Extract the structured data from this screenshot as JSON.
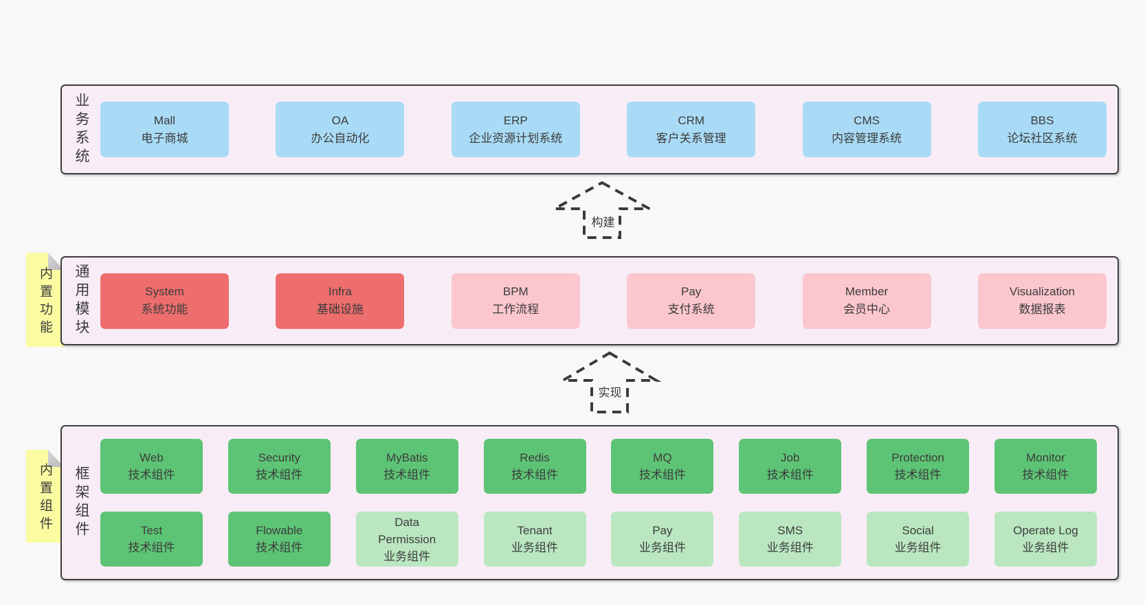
{
  "diagram": {
    "arrows": [
      {
        "label": "构建"
      },
      {
        "label": "实现"
      }
    ],
    "bands": [
      {
        "label": "业务系统",
        "items": [
          {
            "name": "Mall",
            "desc": "电子商城"
          },
          {
            "name": "OA",
            "desc": "办公自动化"
          },
          {
            "name": "ERP",
            "desc": "企业资源计划系统"
          },
          {
            "name": "CRM",
            "desc": "客户关系管理"
          },
          {
            "name": "CMS",
            "desc": "内容管理系统"
          },
          {
            "name": "BBS",
            "desc": "论坛社区系统"
          }
        ]
      },
      {
        "label": "通用模块",
        "note": "内置功能",
        "items": [
          {
            "name": "System",
            "desc": "系统功能"
          },
          {
            "name": "Infra",
            "desc": "基础设施"
          },
          {
            "name": "BPM",
            "desc": "工作流程"
          },
          {
            "name": "Pay",
            "desc": "支付系统"
          },
          {
            "name": "Member",
            "desc": "会员中心"
          },
          {
            "name": "Visualization",
            "desc": "数据报表"
          }
        ]
      },
      {
        "label": "框架组件",
        "note": "内置组件",
        "rows": [
          [
            {
              "name": "Web",
              "desc": "技术组件"
            },
            {
              "name": "Security",
              "desc": "技术组件"
            },
            {
              "name": "MyBatis",
              "desc": "技术组件"
            },
            {
              "name": "Redis",
              "desc": "技术组件"
            },
            {
              "name": "MQ",
              "desc": "技术组件"
            },
            {
              "name": "Job",
              "desc": "技术组件"
            },
            {
              "name": "Protection",
              "desc": "技术组件"
            },
            {
              "name": "Monitor",
              "desc": "技术组件"
            }
          ],
          [
            {
              "name": "Test",
              "desc": "技术组件"
            },
            {
              "name": "Flowable",
              "desc": "技术组件"
            },
            {
              "name": "Data Permission",
              "desc": "业务组件"
            },
            {
              "name": "Tenant",
              "desc": "业务组件"
            },
            {
              "name": "Pay",
              "desc": "业务组件"
            },
            {
              "name": "SMS",
              "desc": "业务组件"
            },
            {
              "name": "Social",
              "desc": "业务组件"
            },
            {
              "name": "Operate Log",
              "desc": "业务组件"
            }
          ]
        ]
      }
    ],
    "colors": {
      "page_bg": "#f8f8f8",
      "band_bg": "#f8edf7",
      "band_border": "#3d3d3d",
      "business_box": "#a9dbf6",
      "core_module_box": "#ee6d6d",
      "optional_module_box": "#fbc6cd",
      "tech_component_box": "#5dc475",
      "biz_component_box": "#bae7c0",
      "note_bg": "#fbfba2",
      "note_fold": "#c5c5c5",
      "text": "#3a3a3a"
    }
  }
}
